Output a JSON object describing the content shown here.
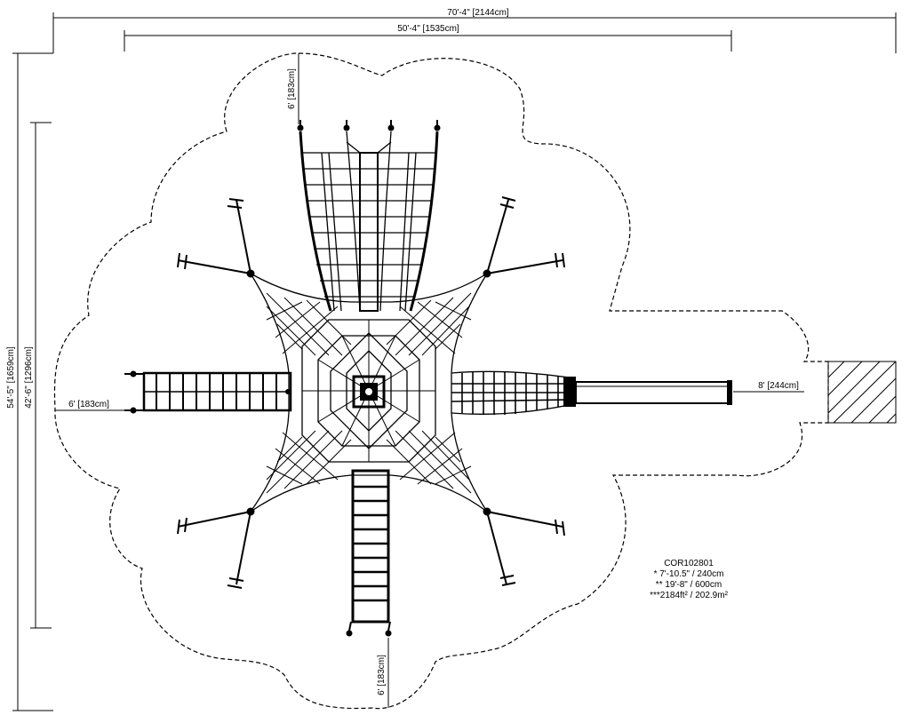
{
  "dimensions": {
    "overall_width": "70'-4\" [2144cm]",
    "inner_width": "50'-4\" [1535cm]",
    "overall_height": "54'-5\" [1659cm]",
    "inner_height": "42'-6\" [1296cm]",
    "top_clearance": "6' [183cm]",
    "left_clearance": "6' [183cm]",
    "right_clearance": "8' [244cm]",
    "bottom_clearance": "6' [183cm]"
  },
  "notes": {
    "model": "COR102801",
    "line1": "* 7'-10.5\" / 240cm",
    "line2": "** 19'-8\" / 600cm",
    "line3": "***2184ft² / 202.9m²"
  }
}
